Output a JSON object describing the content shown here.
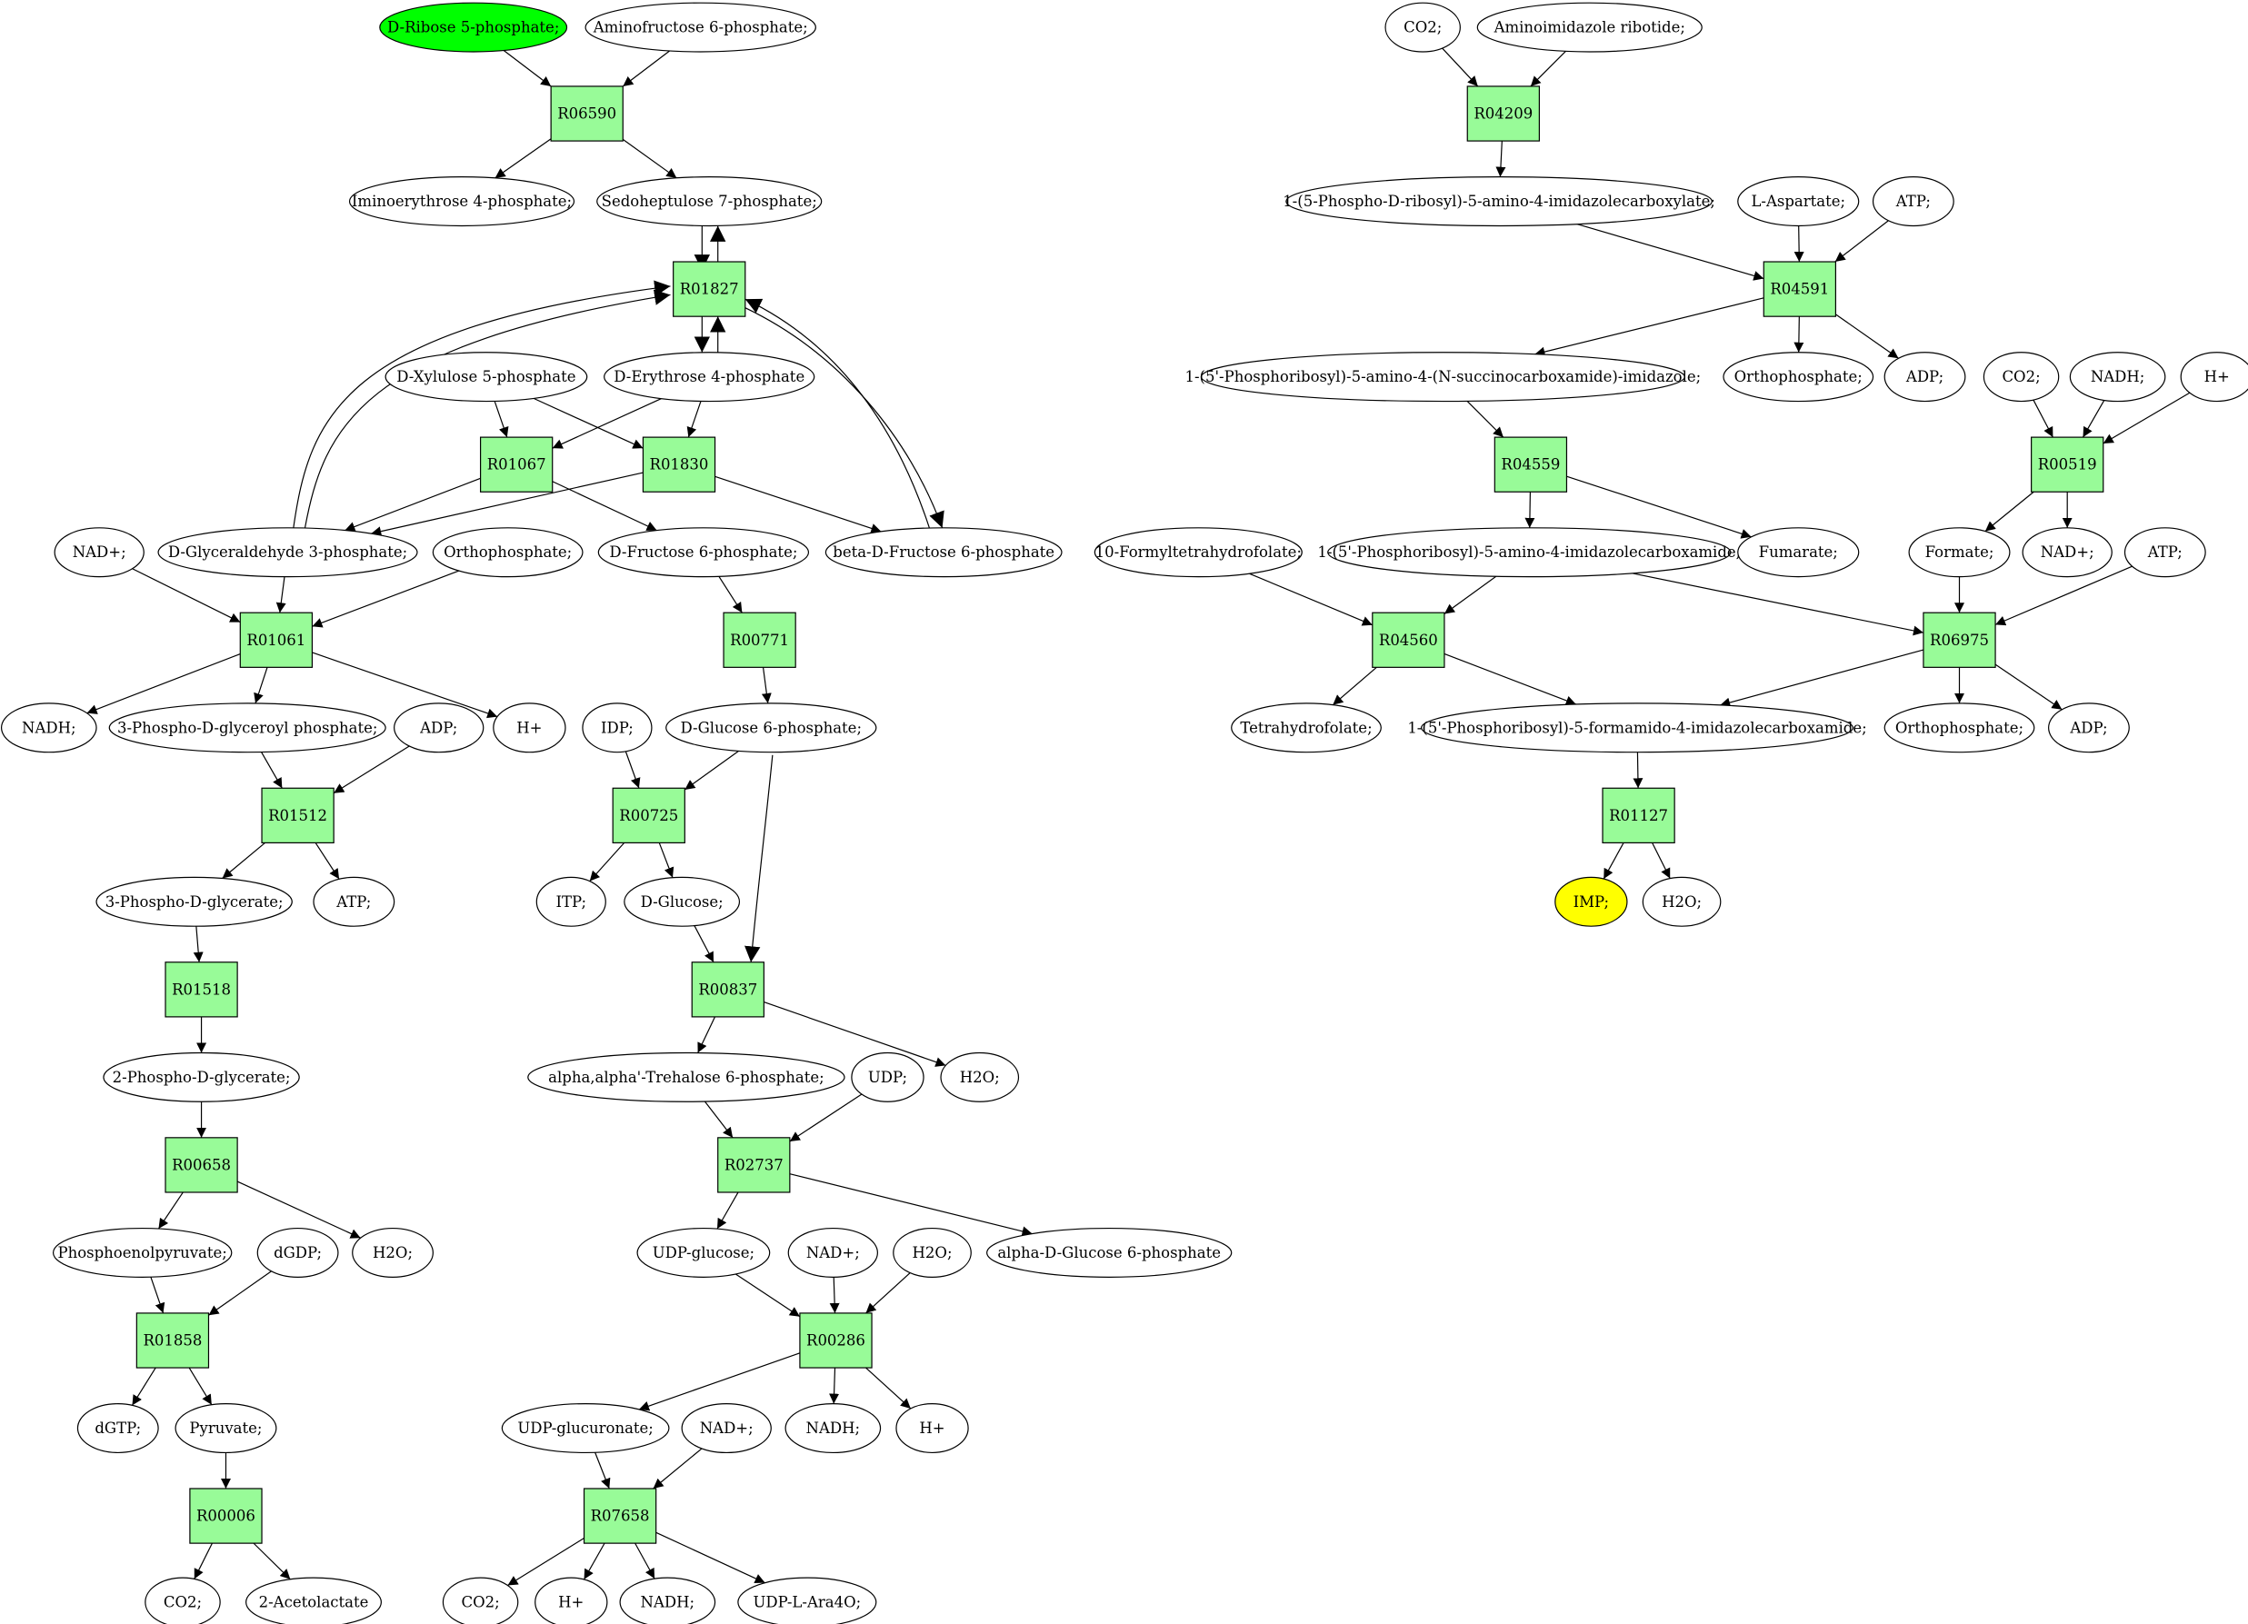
{
  "colors": {
    "reaction_fill": "#98fb98",
    "start_fill": "#00ff00",
    "target_fill": "#ffff00",
    "compound_fill": "#ffffff",
    "stroke": "#000000"
  },
  "compounds": {
    "ribose5p": "D-Ribose 5-phosphate;",
    "aminofructose6p": "Aminofructose 6-phosphate;",
    "iminoerythrose4p": "Iminoerythrose 4-phosphate;",
    "sedoheptulose7p": "Sedoheptulose 7-phosphate;",
    "xylulose5p": "D-Xylulose 5-phosphate",
    "erythrose4p": "D-Erythrose 4-phosphate",
    "gap": "D-Glyceraldehyde 3-phosphate;",
    "fructose6p": "D-Fructose 6-phosphate;",
    "betafructose6p": "beta-D-Fructose 6-phosphate",
    "nad_1": "NAD+;",
    "orthophosphate_1": "Orthophosphate;",
    "nadh_1": "NADH;",
    "bpg": "3-Phospho-D-glyceroyl phosphate;",
    "adp_1": "ADP;",
    "hplus_1": "H+",
    "pg3": "3-Phospho-D-glycerate;",
    "atp_1": "ATP;",
    "pg2": "2-Phospho-D-glycerate;",
    "pep": "Phosphoenolpyruvate;",
    "dgdp": "dGDP;",
    "h2o_1": "H2O;",
    "dgtp": "dGTP;",
    "pyruvate": "Pyruvate;",
    "co2_1": "CO2;",
    "acetolactate": "2-Acetolactate",
    "glucose6p": "D-Glucose 6-phosphate;",
    "idp": "IDP;",
    "itp": "ITP;",
    "glucose": "D-Glucose;",
    "trehalose6p": "alpha,alpha'-Trehalose 6-phosphate;",
    "udp": "UDP;",
    "h2o_2": "H2O;",
    "udpglucose": "UDP-glucose;",
    "nad_2": "NAD+;",
    "h2o_3": "H2O;",
    "alphaglucose6p": "alpha-D-Glucose 6-phosphate",
    "udpglucuronate": "UDP-glucuronate;",
    "nad_3": "NAD+;",
    "nadh_2": "NADH;",
    "hplus_2": "H+",
    "co2_2": "CO2;",
    "hplus_3": "H+",
    "nadh_3": "NADH;",
    "udpara": "UDP-L-Ara4O;",
    "co2_3": "CO2;",
    "air": "Aminoimidazole ribotide;",
    "cair": "1-(5-Phospho-D-ribosyl)-5-amino-4-imidazolecarboxylate;",
    "aspartate": "L-Aspartate;",
    "atp_2": "ATP;",
    "saicar": "1-(5'-Phosphoribosyl)-5-amino-4-(N-succinocarboxamide)-imidazole;",
    "orthophosphate_2": "Orthophosphate;",
    "adp_2": "ADP;",
    "co2_4": "CO2;",
    "nadh_4": "NADH;",
    "hplus_4": "H+",
    "aicar": "1-(5'-Phosphoribosyl)-5-amino-4-imidazolecarboxamide;",
    "fumarate": "Fumarate;",
    "formyl_thf": "10-Formyltetrahydrofolate;",
    "formate": "Formate;",
    "nad_4": "NAD+;",
    "atp_3": "ATP;",
    "thf": "Tetrahydrofolate;",
    "faicar": "1-(5'-Phosphoribosyl)-5-formamido-4-imidazolecarboxamide;",
    "orthophosphate_3": "Orthophosphate;",
    "adp_3": "ADP;",
    "imp": "IMP;",
    "h2o_4": "H2O;"
  },
  "reactions": {
    "R06590": "R06590",
    "R01827": "R01827",
    "R01067": "R01067",
    "R01830": "R01830",
    "R01061": "R01061",
    "R00771": "R00771",
    "R01512": "R01512",
    "R00725": "R00725",
    "R01518": "R01518",
    "R00837": "R00837",
    "R00658": "R00658",
    "R02737": "R02737",
    "R01858": "R01858",
    "R00286": "R00286",
    "R00006": "R00006",
    "R07658": "R07658",
    "R04209": "R04209",
    "R04591": "R04591",
    "R04559": "R04559",
    "R00519": "R00519",
    "R04560": "R04560",
    "R06975": "R06975",
    "R01127": "R01127"
  }
}
